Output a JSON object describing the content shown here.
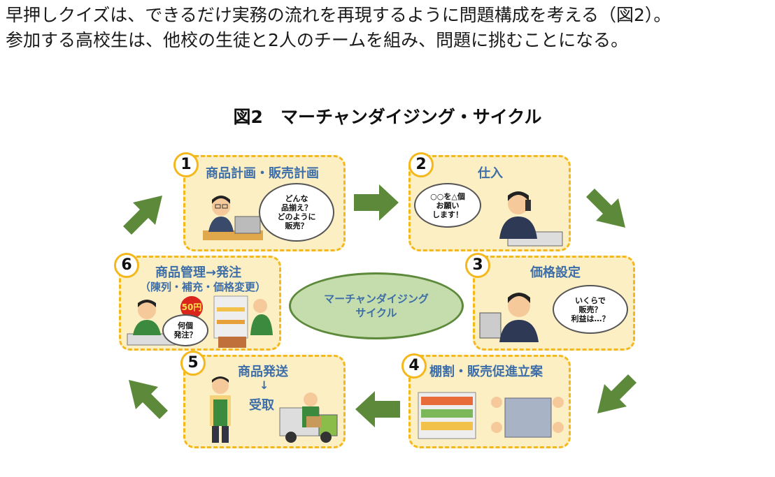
{
  "intro": {
    "line1": "早押しクイズは、できるだけ実務の流れを再現するように問題構成を考える（図2）。",
    "line2": "参加する高校生は、他校の生徒と2人のチームを組み、問題に挑むことになる。"
  },
  "figure": {
    "title": "図2　マーチャンダイジング・サイクル",
    "center_label": "マーチャンダイジング\nサイクル",
    "steps": [
      {
        "num": "1",
        "title": "商品計画・販売計画",
        "bubble": "どんな\n品揃え？\nどのように\n販売？"
      },
      {
        "num": "2",
        "title": "仕入",
        "bubble": "○○を△個\nお願い\nします！"
      },
      {
        "num": "3",
        "title": "価格設定",
        "bubble": "いくらで\n販売？\n利益は…？"
      },
      {
        "num": "4",
        "title": "棚割・販売促進立案"
      },
      {
        "num": "5",
        "title": "商品発送",
        "arrow_text": "↓",
        "subtitle": "受取"
      },
      {
        "num": "6",
        "title": "商品管理→発注",
        "subtitle": "（陳列・補充・価格変更）",
        "bubble": "何個\n発注？",
        "sticker": "50円"
      }
    ],
    "colors": {
      "box_fill": "#fdefc4",
      "box_border": "#f5b81c",
      "arrow": "#5c8a3a",
      "title_text": "#3d6ea8",
      "oval_fill": "#c5dcac"
    }
  }
}
